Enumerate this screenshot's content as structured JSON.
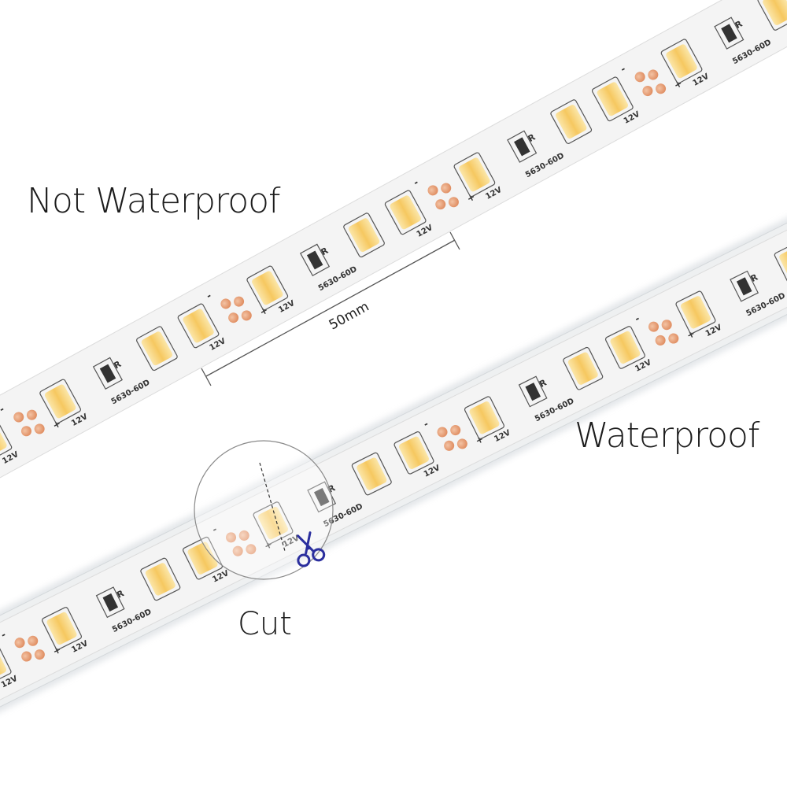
{
  "labels": {
    "not_waterproof": "Not Waterproof",
    "waterproof": "Waterproof",
    "cut": "Cut",
    "spacing": "50mm"
  },
  "strip_markings": {
    "led_model": "5630-60D",
    "voltage": "12V",
    "resistor": "R",
    "plus": "+",
    "minus": "-"
  },
  "colors": {
    "led": "#f6c860",
    "led_glow": "#fbe6a8",
    "copper_pad": "#e9a27a",
    "scissors": "#2b2f9e",
    "strip": "#f4f4f4",
    "silicone": "#eef0f1"
  },
  "icons": [
    "scissors-icon",
    "magnifier-circle"
  ]
}
